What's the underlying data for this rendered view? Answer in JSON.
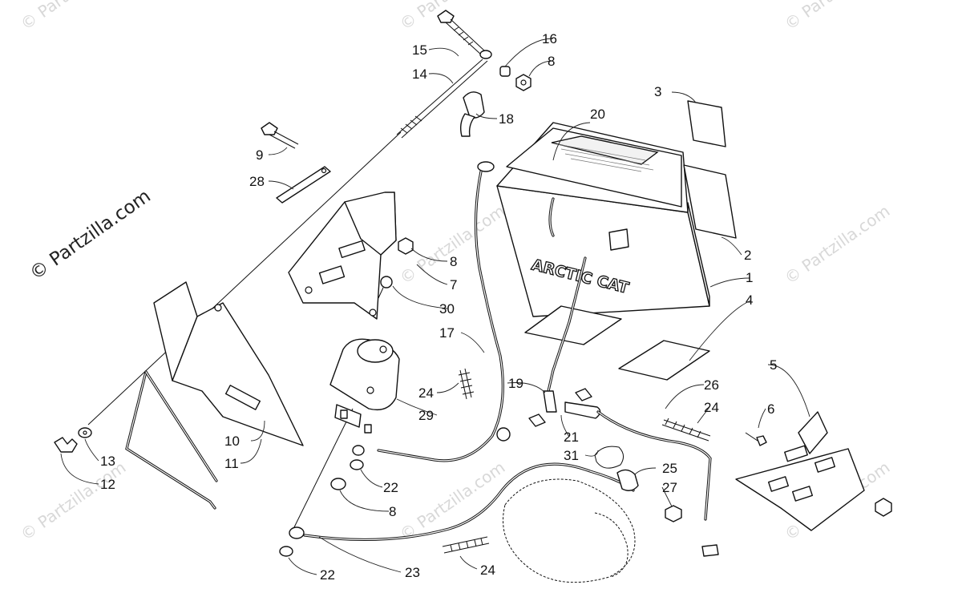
{
  "watermark": {
    "main": "© Partzilla.com",
    "faint": "© Partzilla.com"
  },
  "battery": {
    "logo": "ARCTIC CAT"
  },
  "callouts": {
    "c1": "1",
    "c2": "2",
    "c3": "3",
    "c4": "4",
    "c5": "5",
    "c6": "6",
    "c7": "7",
    "c8a": "8",
    "c8b": "8",
    "c8c": "8",
    "c9": "9",
    "c10": "10",
    "c11": "11",
    "c12": "12",
    "c13": "13",
    "c14": "14",
    "c15": "15",
    "c16": "16",
    "c17": "17",
    "c18": "18",
    "c19": "19",
    "c20": "20",
    "c21": "21",
    "c22a": "22",
    "c22b": "22",
    "c23": "23",
    "c24a": "24",
    "c24b": "24",
    "c24c": "24",
    "c25": "25",
    "c26": "26",
    "c27": "27",
    "c28": "28",
    "c29": "29",
    "c30": "30",
    "c31": "31"
  }
}
